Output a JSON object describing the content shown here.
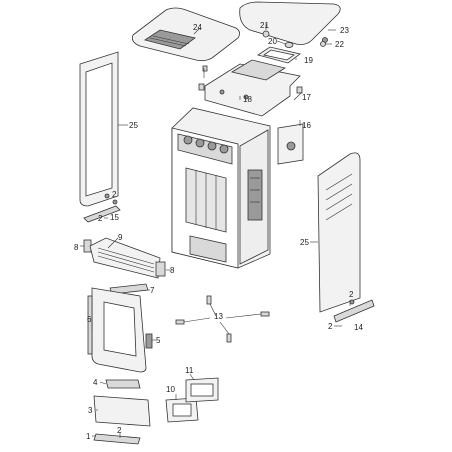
{
  "callouts": {
    "c1": "1",
    "c2a": "2",
    "c2b": "2",
    "c2c": "2",
    "c2d": "2",
    "c2e": "2",
    "c3": "3",
    "c4": "4",
    "c5": "5",
    "c6": "6",
    "c7": "7",
    "c8a": "8",
    "c8b": "8",
    "c9": "9",
    "c10": "10",
    "c11": "11",
    "c13": "13",
    "c14": "14",
    "c15": "15",
    "c16": "16",
    "c17": "17",
    "c18": "18",
    "c19": "19",
    "c20": "20",
    "c21": "21",
    "c22": "22",
    "c23": "23",
    "c24": "24",
    "c25a": "25",
    "c25b": "25"
  }
}
